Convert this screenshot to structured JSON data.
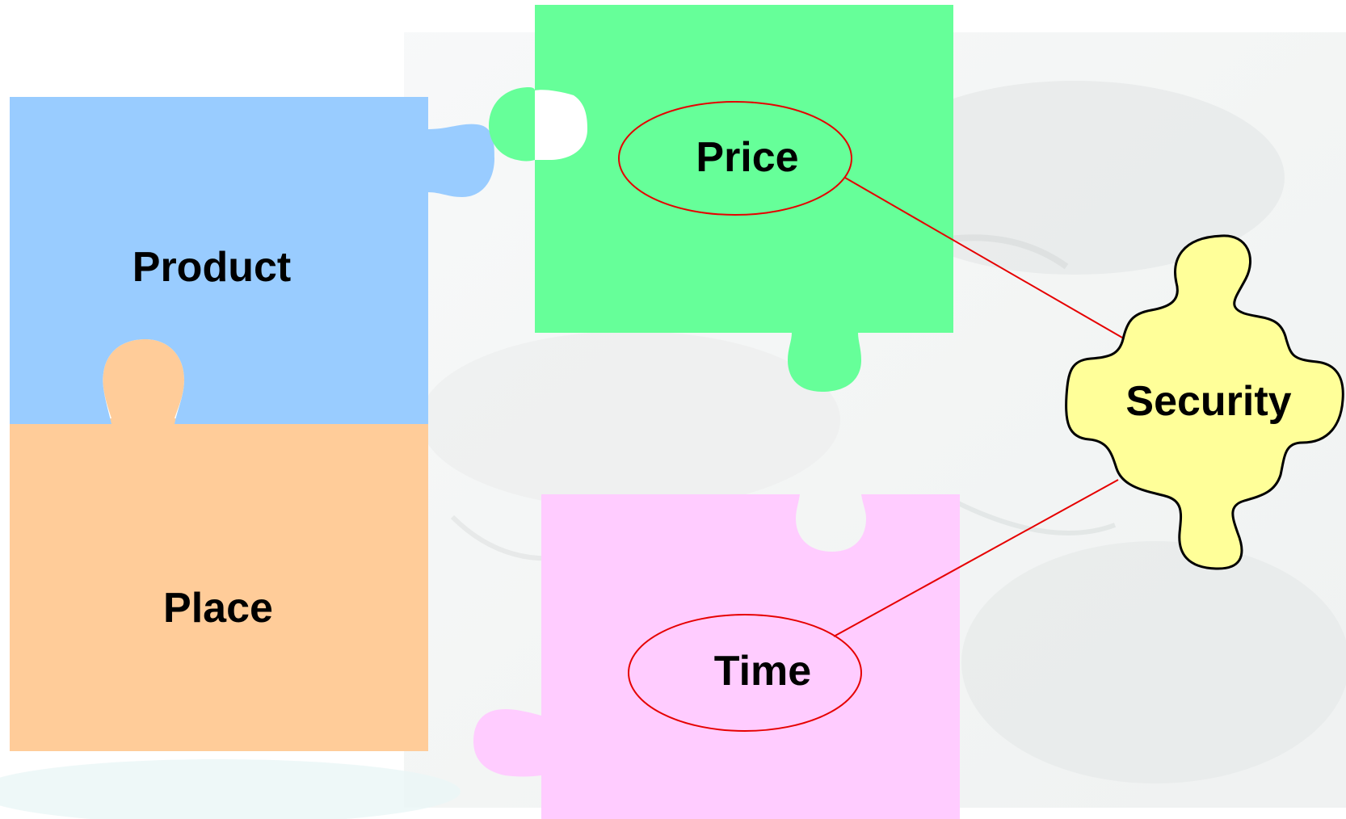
{
  "pieces": {
    "product": {
      "label": "Product",
      "color": "#99CCFF"
    },
    "price": {
      "label": "Price",
      "color": "#66FF99"
    },
    "place": {
      "label": "Place",
      "color": "#FFCC99"
    },
    "time": {
      "label": "Time",
      "color": "#FFCCFF"
    },
    "security": {
      "label": "Security",
      "color": "#FFFF99"
    }
  },
  "colors": {
    "connector": "#E60000",
    "outline": "#000000"
  }
}
